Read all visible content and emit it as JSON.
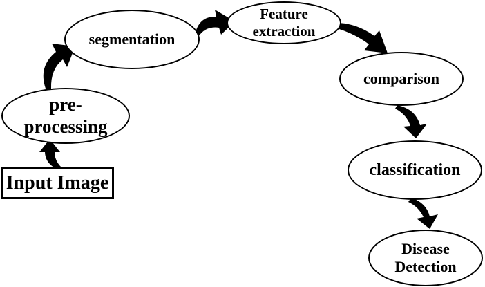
{
  "colors": {
    "background": "#ffffff",
    "node_fill": "#ffffff",
    "stroke": "#000000",
    "text": "#000000",
    "arrow": "#000000"
  },
  "flowchart": {
    "nodes": [
      {
        "id": "input-image",
        "shape": "rectangle",
        "lines": [
          "Input Image"
        ]
      },
      {
        "id": "pre-processing",
        "shape": "ellipse",
        "lines": [
          "pre-",
          "processing"
        ]
      },
      {
        "id": "segmentation",
        "shape": "ellipse",
        "lines": [
          "segmentation"
        ]
      },
      {
        "id": "feature-extraction",
        "shape": "ellipse",
        "lines": [
          "Feature",
          "extraction"
        ]
      },
      {
        "id": "comparison",
        "shape": "ellipse",
        "lines": [
          "comparison"
        ]
      },
      {
        "id": "classification",
        "shape": "ellipse",
        "lines": [
          "classification"
        ]
      },
      {
        "id": "disease-detection",
        "shape": "ellipse",
        "lines": [
          "Disease",
          "Detection"
        ]
      }
    ],
    "edges": [
      {
        "from": "input-image",
        "to": "pre-processing"
      },
      {
        "from": "pre-processing",
        "to": "segmentation"
      },
      {
        "from": "segmentation",
        "to": "feature-extraction"
      },
      {
        "from": "feature-extraction",
        "to": "comparison"
      },
      {
        "from": "comparison",
        "to": "classification"
      },
      {
        "from": "classification",
        "to": "disease-detection"
      }
    ]
  }
}
